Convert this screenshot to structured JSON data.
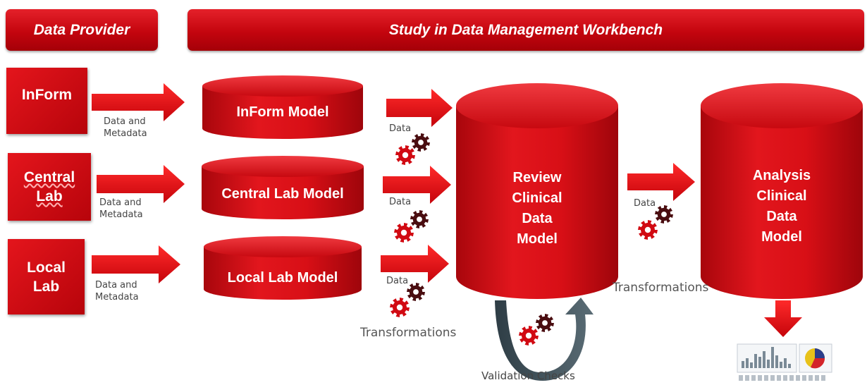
{
  "headers": {
    "provider": "Data Provider",
    "study": "Study in Data Management Workbench"
  },
  "sources": [
    {
      "lines": [
        "InForm"
      ]
    },
    {
      "lines": [
        "Central",
        "Lab"
      ]
    },
    {
      "lines": [
        "Local",
        "Lab"
      ]
    }
  ],
  "arrow_labels": {
    "meta": [
      "Data and",
      "Metadata"
    ],
    "data": "Data"
  },
  "models": {
    "inform": "InForm Model",
    "central": "Central Lab Model",
    "local": "Local Lab Model"
  },
  "review": [
    "Review",
    "Clinical",
    "Data",
    "Model"
  ],
  "analysis": [
    "Analysis",
    "Clinical",
    "Data",
    "Model"
  ],
  "transformations": "Transformations",
  "validation": "Validation Checks",
  "colors": {
    "red": "#d10a12",
    "dark_gear": "#4a0d10",
    "arrow_grey": "#3a4a52"
  }
}
